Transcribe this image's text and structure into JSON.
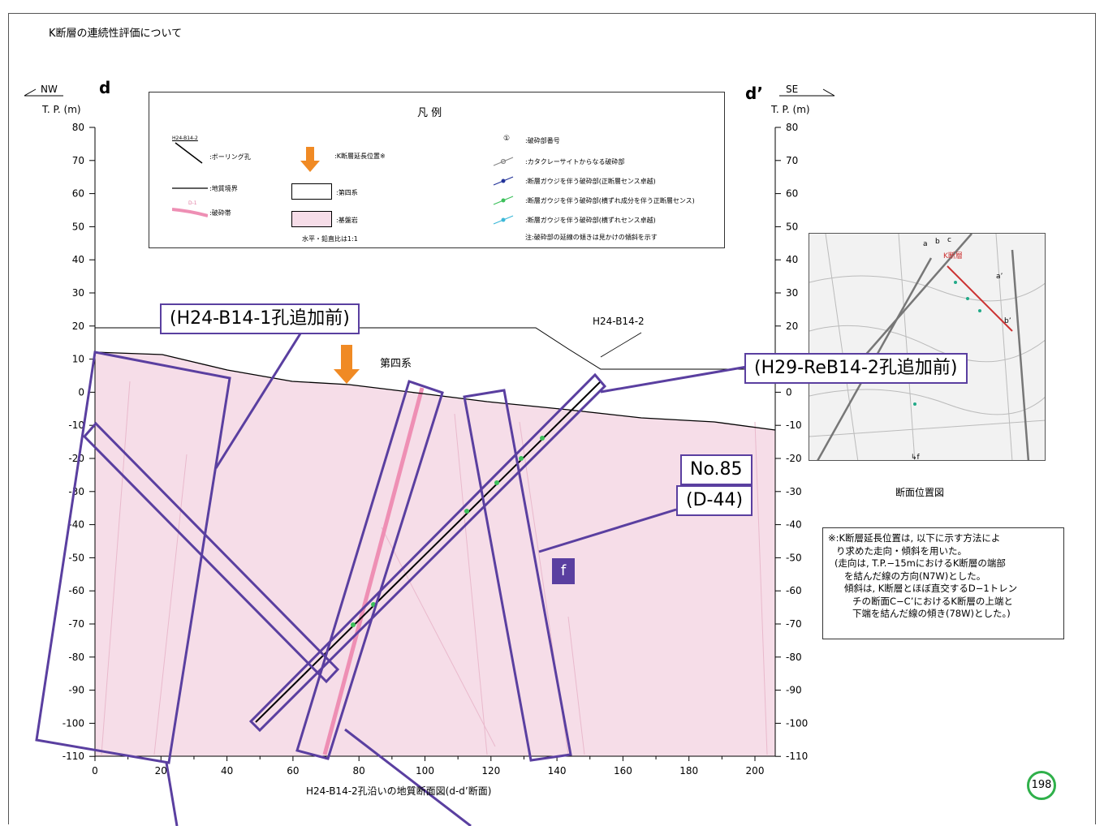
{
  "header": {
    "title": "K断層の連続性評価について"
  },
  "section": {
    "left_end": "d",
    "right_end": "d’",
    "left_dir": "NW",
    "right_dir": "SE",
    "axis_unit": "T. P. (m)",
    "y_ticks": [
      "80",
      "70",
      "60",
      "50",
      "40",
      "30",
      "20",
      "10",
      "0",
      "-10",
      "-20",
      "-30",
      "-40",
      "-50",
      "-60",
      "-70",
      "-80",
      "-90",
      "-100",
      "-110"
    ],
    "x_ticks": [
      "0",
      "20",
      "40",
      "60",
      "80",
      "100",
      "120",
      "140",
      "160",
      "180",
      "200"
    ],
    "caption": "H24-B14-2孔沿いの地質断面図(d-d’断面)",
    "quaternary_label": "第四系",
    "borehole_label": "H24-B14-2"
  },
  "legend": {
    "title": "凡 例",
    "borehole_sample": "H24-B14-2",
    "borehole": ":ボーリング孔",
    "boundary": ":地質境界",
    "fracture_zone": ":破砕帯",
    "fracture_zone_sample": "D-1",
    "k_position": ":K断層延長位置※",
    "quaternary": ":第四系",
    "bedrock": ":基盤岩",
    "scale": "水平・鉛直比は1:1",
    "frac_no_symbol": "①",
    "frac_no": ":破砕部番号",
    "cataclasite": ":カタクレーサイトからなる破砕部",
    "gouge_normal": ":断層ガウジを伴う破砕部(正断層センス卓越)",
    "gouge_oblique": ":断層ガウジを伴う破砕部(横ずれ成分を伴う正断層センス)",
    "gouge_strike": ":断層ガウジを伴う破砕部(横ずれセンス卓越)",
    "note": "注:破砕部の延線の傾きは見かけの傾斜を示す"
  },
  "callouts": {
    "h24": "(H24-B14-1孔追加前)",
    "h29": "(H29-ReB14-2孔追加前)",
    "no85": "No.85",
    "d44": "(D-44)",
    "f": "f"
  },
  "map": {
    "caption": "断面位置図"
  },
  "note": {
    "lines": [
      "※:K断層延長位置は, 以下に示す方法によ",
      "り求めた走向・傾斜を用いた。",
      "(走向は, T.P.−15mにおけるK断層の端部",
      "を結んだ線の方向(N7W)とした。",
      "傾斜は, K断層とほぼ直交するD−1トレン",
      "チの断面C−C’におけるK断層の上端と",
      "下端を結んだ線の傾き(78W)とした。)"
    ]
  },
  "page_number": "198",
  "colors": {
    "bedrock": "#f6dde8",
    "callout": "#5a3fa0",
    "arrow": "#f08a24",
    "badge": "#2fb04a"
  }
}
